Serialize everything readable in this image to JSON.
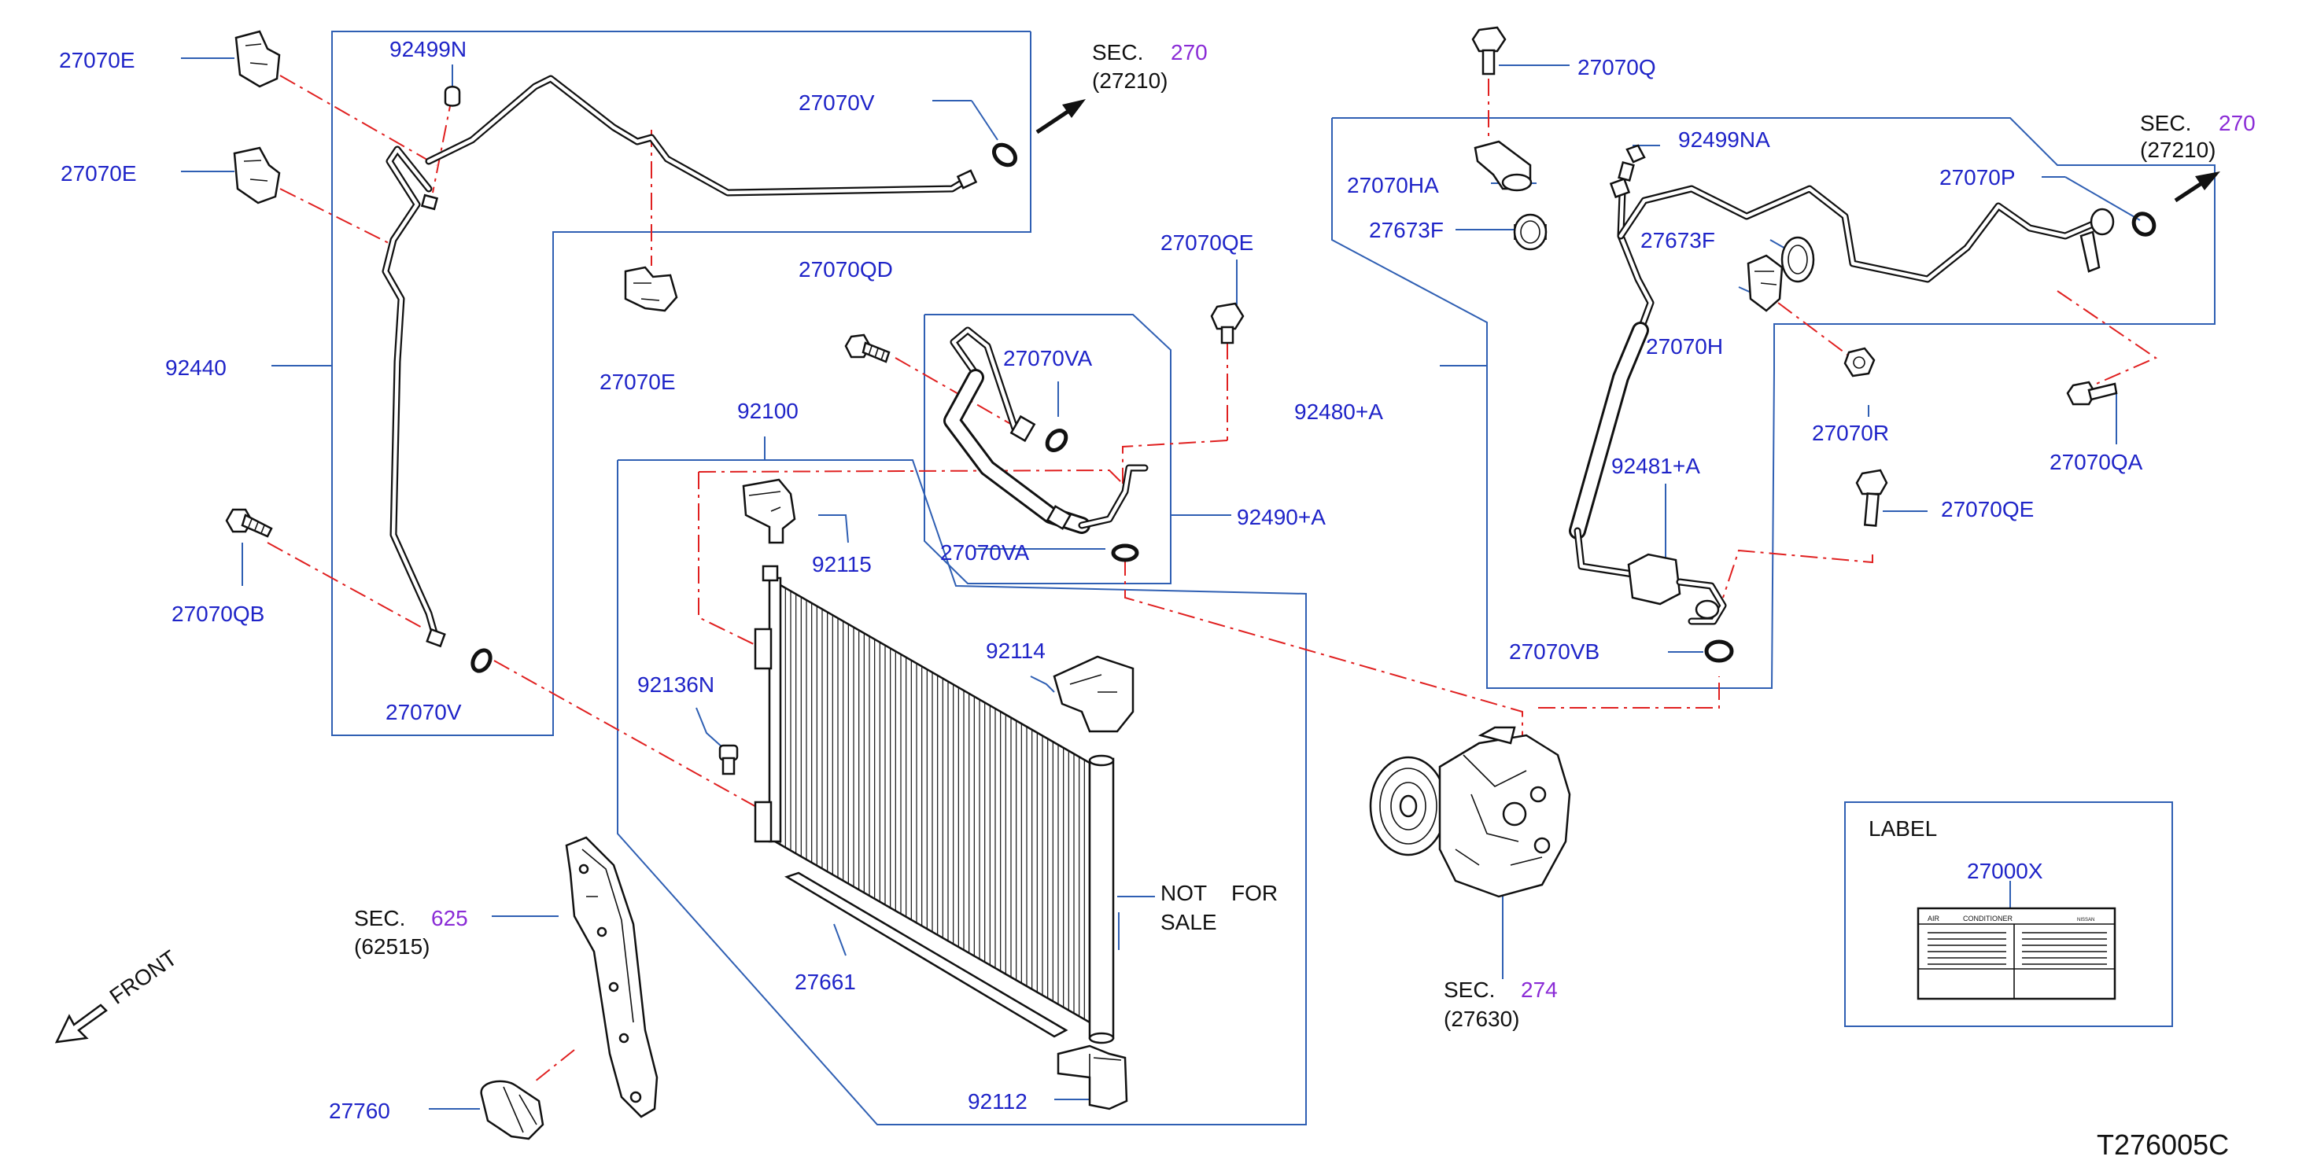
{
  "diagram": {
    "code": "T276005C",
    "front_label": "FRONT",
    "labels": {
      "p27070E_a": "27070E",
      "p27070E_b": "27070E",
      "p27070E_c": "27070E",
      "p92499N": "92499N",
      "p92440": "92440",
      "p27070QB": "27070QB",
      "p27070V_a": "27070V",
      "p27070V_b": "27070V",
      "sec270_a_word": "SEC.",
      "sec270_a_num": "270",
      "sec270_a_sub": "(27210)",
      "p27070QD": "27070QD",
      "p27070QE_a": "27070QE",
      "p27070VA_a": "27070VA",
      "p27070VA_b": "27070VA",
      "p92490A": "92490+A",
      "p92100": "92100",
      "p92115": "92115",
      "p92114": "92114",
      "p92136N": "92136N",
      "p27661": "27661",
      "p92112": "92112",
      "not_for_1": "NOT",
      "not_for_2": "FOR",
      "not_for_3": "SALE",
      "sec625_word": "SEC.",
      "sec625_num": "625",
      "sec625_sub": "(62515)",
      "p27760": "27760",
      "p27070Q": "27070Q",
      "p92499NA": "92499NA",
      "p27070HA": "27070HA",
      "p27673F_a": "27673F",
      "p27673F_b": "27673F",
      "p27070H": "27070H",
      "p27070P": "27070P",
      "sec270_b_word": "SEC.",
      "sec270_b_num": "270",
      "sec270_b_sub": "(27210)",
      "p92480A": "92480+A",
      "p27070R": "27070R",
      "p27070QA": "27070QA",
      "p92481A": "92481+A",
      "p27070QE_b": "27070QE",
      "p27070VB": "27070VB",
      "sec274_word": "SEC.",
      "sec274_num": "274",
      "sec274_sub": "(27630)"
    },
    "label_box": {
      "title": "LABEL",
      "part": "27000X",
      "air": "AIR",
      "conditioner": "CONDITIONER",
      "small": "NISSAN"
    },
    "colors": {
      "part_number": "#1f24c8",
      "section_number": "#8a2bd6",
      "frame": "#2f5fb3",
      "dash": "#e02020"
    }
  }
}
